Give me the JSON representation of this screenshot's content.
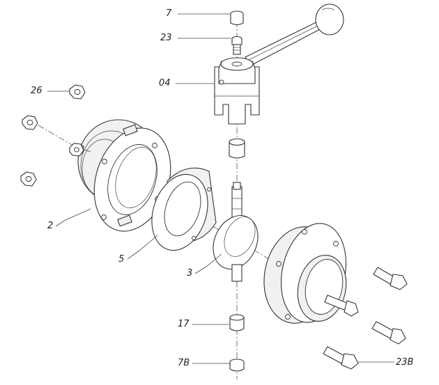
{
  "labels": {
    "p7": "7",
    "p23": "23",
    "p04": "04",
    "p26": "26",
    "p2": "2",
    "p5": "5",
    "p3": "3",
    "p17": "17",
    "p7b": "7B",
    "p23b": "23B"
  },
  "colors": {
    "line": "#333333",
    "background": "#ffffff"
  }
}
